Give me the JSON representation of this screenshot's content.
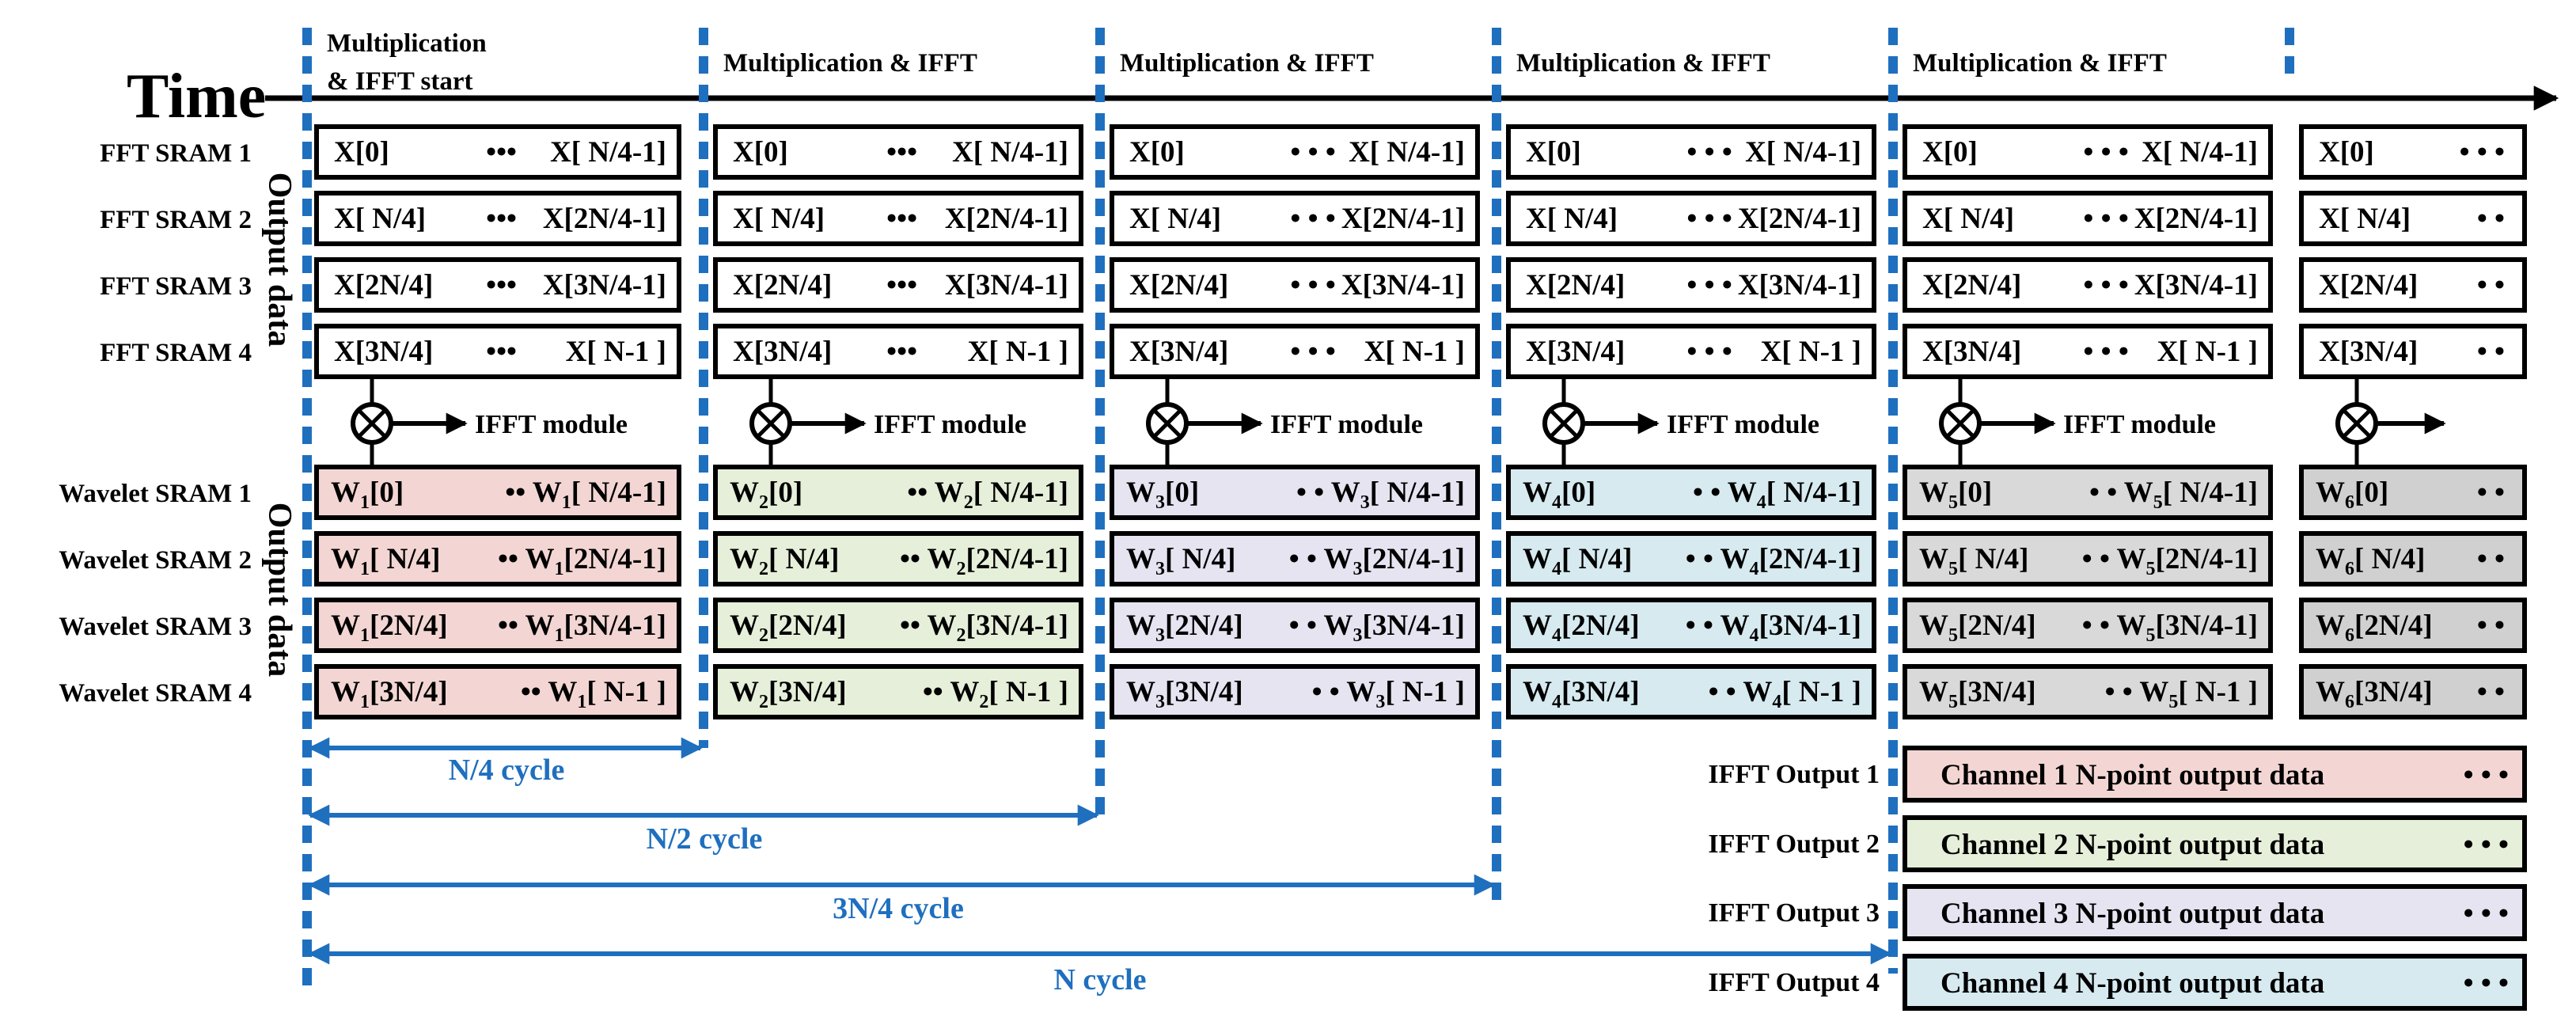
{
  "time_label": "Time",
  "phase_labels": [
    [
      "Multiplication",
      "& IFFT start"
    ],
    [
      "Multiplication & IFFT"
    ],
    [
      "Multiplication & IFFT"
    ],
    [
      "Multiplication & IFFT"
    ],
    [
      "Multiplication & IFFT"
    ]
  ],
  "fft_group_label": "Output data",
  "wavelet_group_label": "Output data",
  "fft_rows": [
    {
      "label": "FFT SRAM 1",
      "cells": [
        [
          "X[0]",
          "•••",
          "X[  N/4-1]"
        ],
        [
          "X[0]",
          "•••",
          "X[  N/4-1]"
        ],
        [
          "X[0]",
          "• • •",
          "X[  N/4-1]"
        ],
        [
          "X[0]",
          "• • •",
          "X[  N/4-1]"
        ],
        [
          "X[0]",
          "• • •",
          "X[  N/4-1]"
        ],
        [
          "X[0]",
          "• • •",
          ""
        ]
      ]
    },
    {
      "label": "FFT SRAM 2",
      "cells": [
        [
          "X[  N/4]",
          "•••",
          "X[2N/4-1]"
        ],
        [
          "X[  N/4]",
          "•••",
          "X[2N/4-1]"
        ],
        [
          "X[  N/4]",
          "• • •",
          "X[2N/4-1]"
        ],
        [
          "X[  N/4]",
          "• • •",
          "X[2N/4-1]"
        ],
        [
          "X[  N/4]",
          "• • •",
          "X[2N/4-1]"
        ],
        [
          "X[  N/4]",
          "• •",
          ""
        ]
      ]
    },
    {
      "label": "FFT SRAM 3",
      "cells": [
        [
          "X[2N/4]",
          "•••",
          "X[3N/4-1]"
        ],
        [
          "X[2N/4]",
          "•••",
          "X[3N/4-1]"
        ],
        [
          "X[2N/4]",
          "• • •",
          "X[3N/4-1]"
        ],
        [
          "X[2N/4]",
          "• • •",
          "X[3N/4-1]"
        ],
        [
          "X[2N/4]",
          "• • •",
          "X[3N/4-1]"
        ],
        [
          "X[2N/4]",
          "• •",
          ""
        ]
      ]
    },
    {
      "label": "FFT SRAM 4",
      "cells": [
        [
          "X[3N/4]",
          "•••",
          "X[  N-1  ]"
        ],
        [
          "X[3N/4]",
          "•••",
          "X[  N-1  ]"
        ],
        [
          "X[3N/4]",
          "• • •",
          "X[  N-1  ]"
        ],
        [
          "X[3N/4]",
          "• • •",
          "X[  N-1  ]"
        ],
        [
          "X[3N/4]",
          "• • •",
          "X[  N-1  ]"
        ],
        [
          "X[3N/4]",
          "• •",
          ""
        ]
      ]
    }
  ],
  "ifft_module_label": "IFFT module",
  "wavelet_rows": [
    {
      "label": "Wavelet SRAM 1",
      "cells": [
        [
          "W",
          "1",
          "[0]",
          "••",
          "W",
          "1",
          "[  N/4-1]"
        ],
        [
          "W",
          "2",
          "[0]",
          "••",
          "W",
          "2",
          "[  N/4-1]"
        ],
        [
          "W",
          "3",
          "[0]",
          "• •",
          "W",
          "3",
          "[  N/4-1]"
        ],
        [
          "W",
          "4",
          "[0]",
          "• •",
          "W",
          "4",
          "[  N/4-1]"
        ],
        [
          "W",
          "5",
          "[0]",
          "• •",
          "W",
          "5",
          "[  N/4-1]"
        ],
        [
          "W",
          "6",
          "[0]",
          "• •",
          "",
          "",
          " "
        ]
      ]
    },
    {
      "label": "Wavelet SRAM 2",
      "cells": [
        [
          "W",
          "1",
          "[  N/4]",
          "••",
          "W",
          "1",
          "[2N/4-1]"
        ],
        [
          "W",
          "2",
          "[  N/4]",
          "••",
          "W",
          "2",
          "[2N/4-1]"
        ],
        [
          "W",
          "3",
          "[  N/4]",
          "• •",
          "W",
          "3",
          "[2N/4-1]"
        ],
        [
          "W",
          "4",
          "[  N/4]",
          "• •",
          "W",
          "4",
          "[2N/4-1]"
        ],
        [
          "W",
          "5",
          "[  N/4]",
          "• •",
          "W",
          "5",
          "[2N/4-1]"
        ],
        [
          "W",
          "6",
          "[  N/4]",
          "• •",
          "",
          "",
          " "
        ]
      ]
    },
    {
      "label": "Wavelet SRAM 3",
      "cells": [
        [
          "W",
          "1",
          "[2N/4]",
          "••",
          "W",
          "1",
          "[3N/4-1]"
        ],
        [
          "W",
          "2",
          "[2N/4]",
          "••",
          "W",
          "2",
          "[3N/4-1]"
        ],
        [
          "W",
          "3",
          "[2N/4]",
          "• •",
          "W",
          "3",
          "[3N/4-1]"
        ],
        [
          "W",
          "4",
          "[2N/4]",
          "• •",
          "W",
          "4",
          "[3N/4-1]"
        ],
        [
          "W",
          "5",
          "[2N/4]",
          "• •",
          "W",
          "5",
          "[3N/4-1]"
        ],
        [
          "W",
          "6",
          "[2N/4]",
          "• •",
          "",
          "",
          " "
        ]
      ]
    },
    {
      "label": "Wavelet SRAM 4",
      "cells": [
        [
          "W",
          "1",
          "[3N/4]",
          "••",
          "W",
          "1",
          "[  N-1  ]"
        ],
        [
          "W",
          "2",
          "[3N/4]",
          "••",
          "W",
          "2",
          "[  N-1  ]"
        ],
        [
          "W",
          "3",
          "[3N/4]",
          "• •",
          "W",
          "3",
          "[  N-1  ]"
        ],
        [
          "W",
          "4",
          "[3N/4]",
          "• •",
          "W",
          "4",
          "[  N-1  ]"
        ],
        [
          "W",
          "5",
          "[3N/4]",
          "• •",
          "W",
          "5",
          "[  N-1  ]"
        ],
        [
          "W",
          "6",
          "[3N/4]",
          "• •",
          "",
          "",
          " "
        ]
      ]
    }
  ],
  "column_colors": [
    "#f3d6d3",
    "#e6efd9",
    "#e6e4f1",
    "#d6eaf0",
    "#d9d9d9",
    "#d0d0d0"
  ],
  "durations": [
    "N/4 cycle",
    "N/2 cycle",
    "3N/4 cycle",
    "N cycle"
  ],
  "ifft_outputs": [
    {
      "label": "IFFT Output 1",
      "text": "Channel 1 N-point output data",
      "dots": "• • •",
      "color": "#f3d6d3"
    },
    {
      "label": "IFFT Output 2",
      "text": "Channel 2 N-point output data",
      "dots": "• • •",
      "color": "#e6efd9"
    },
    {
      "label": "IFFT Output 3",
      "text": "Channel 3 N-point output data",
      "dots": "• • •",
      "color": "#e6e4f1"
    },
    {
      "label": "IFFT Output 4",
      "text": "Channel 4 N-point output data",
      "dots": "• • •",
      "color": "#d6eaf0"
    }
  ],
  "accent_color": "#1f6fbf"
}
